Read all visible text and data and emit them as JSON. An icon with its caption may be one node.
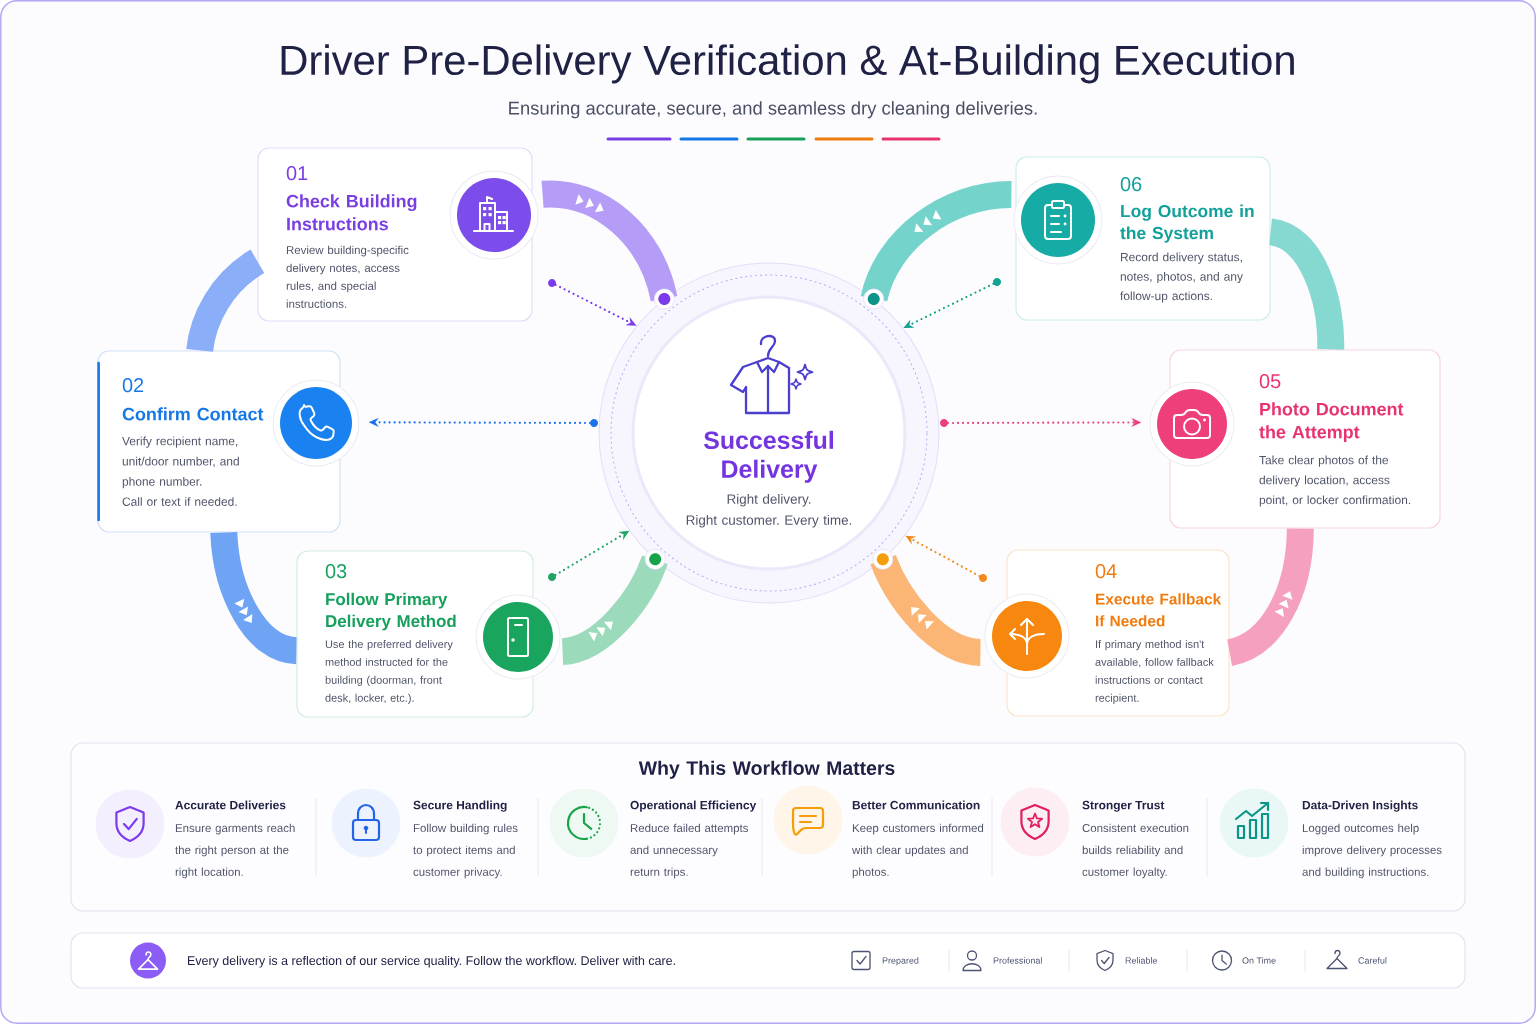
{
  "diagram": {
    "title": "Driver Pre-Delivery Verification & At-Building Execution",
    "nodes": [
      {
        "text": [
          "01",
          "Check Building Instructions",
          "Review building-specific delivery notes, access rules, and special instructions."
        ]
      },
      {
        "text": [
          "02",
          "Confirm Contact",
          "Verify recipient name, unit/door number, and phone number.",
          "Call or text if needed."
        ]
      },
      {
        "text": [
          "03",
          "Follow Primary Delivery Method",
          "Use the preferred delivery method instructed for the building (doorman, front desk, locker, etc.)."
        ]
      },
      {
        "text": [
          "04",
          "Execute Fallback If Needed",
          "If primary method isn't available, follow fallback instructions or contact recipient."
        ]
      },
      {
        "text": [
          "05",
          "Photo Document the Attempt",
          "Take clear photos of the delivery location, access point, or locker confirmation."
        ]
      },
      {
        "text": [
          "06",
          "Log Outcome in the System",
          "Record delivery status, notes, photos, and any follow-up actions."
        ]
      },
      {
        "text": [
          "Successful Delivery",
          "Right delivery.",
          "Right customer. Every time."
        ]
      },
      {
        "text": [
          "Why This Workflow Matters",
          "Accurate Deliveries",
          "Ensure garments reach the right person at the right location.",
          "Secure Handling",
          "Follow building rules to protect items and customer privacy.",
          "Operational Efficiency",
          "Reduce failed attempts and unnecessary return trips.",
          "Better Communication",
          "Keep customers informed with clear updates and photos.",
          "Stronger Trust",
          "Consistent execution builds reliability and customer loyalty.",
          "Data-Driven Insights",
          "Logged outcomes help improve delivery processes and building instructions."
        ]
      },
      {
        "text": [
          "Every delivery is a reflection of our service quality. Follow the workflow. Deliver with care.",
          "Prepared",
          "Professional",
          "Reliable",
          "On Time",
          "Careful"
        ]
      },
      {
        "text": [],
        "shape": "circle"
      },
      {
        "text": [],
        "shape": "circle"
      },
      {
        "text": [],
        "shape": "circle"
      },
      {
        "text": [],
        "shape": "circle"
      },
      {
        "text": [],
        "shape": "circle"
      },
      {
        "text": [],
        "shape": "circle"
      }
    ],
    "edges": [
      {
        "from": 0,
        "to": 6,
        "arrow": "to",
        "color": "#b49cf7"
      },
      {
        "from": 0,
        "to": 1,
        "arrow": "none",
        "color": "#8aaef7"
      },
      {
        "from": 1,
        "to": 2,
        "arrow": "to",
        "color": "#6fa3f4"
      },
      {
        "from": 2,
        "to": 6,
        "arrow": "to",
        "color": "#9bdbbb"
      },
      {
        "from": 3,
        "to": 6,
        "arrow": "to",
        "color": "#fbb676"
      },
      {
        "from": 3,
        "to": 4,
        "arrow": "to",
        "color": "#f5a0bf"
      },
      {
        "from": 5,
        "to": 4,
        "arrow": "none",
        "color": "#86d9d1"
      },
      {
        "from": 5,
        "to": 6,
        "arrow": "to",
        "color": "#74d3cb"
      },
      {
        "from": 9,
        "to": 6,
        "arrow": "to",
        "style": "dashed",
        "color": "#7c3aed"
      },
      {
        "from": 11,
        "to": 1,
        "arrow": "to",
        "style": "dashed",
        "color": "#1a73e8"
      },
      {
        "from": 10,
        "to": 6,
        "arrow": "to",
        "style": "dashed",
        "color": "#1fa463"
      },
      {
        "from": 13,
        "to": 6,
        "arrow": "to",
        "style": "dashed",
        "color": "#f2891a"
      },
      {
        "from": 12,
        "to": 4,
        "arrow": "to",
        "style": "dashed",
        "color": "#ec407a"
      },
      {
        "from": 14,
        "to": 6,
        "arrow": "to",
        "style": "dashed",
        "color": "#14a38f"
      }
    ],
    "labels": [
      "Ensuring accurate, secure, and seamless dry cleaning deliveries."
    ]
  }
}
